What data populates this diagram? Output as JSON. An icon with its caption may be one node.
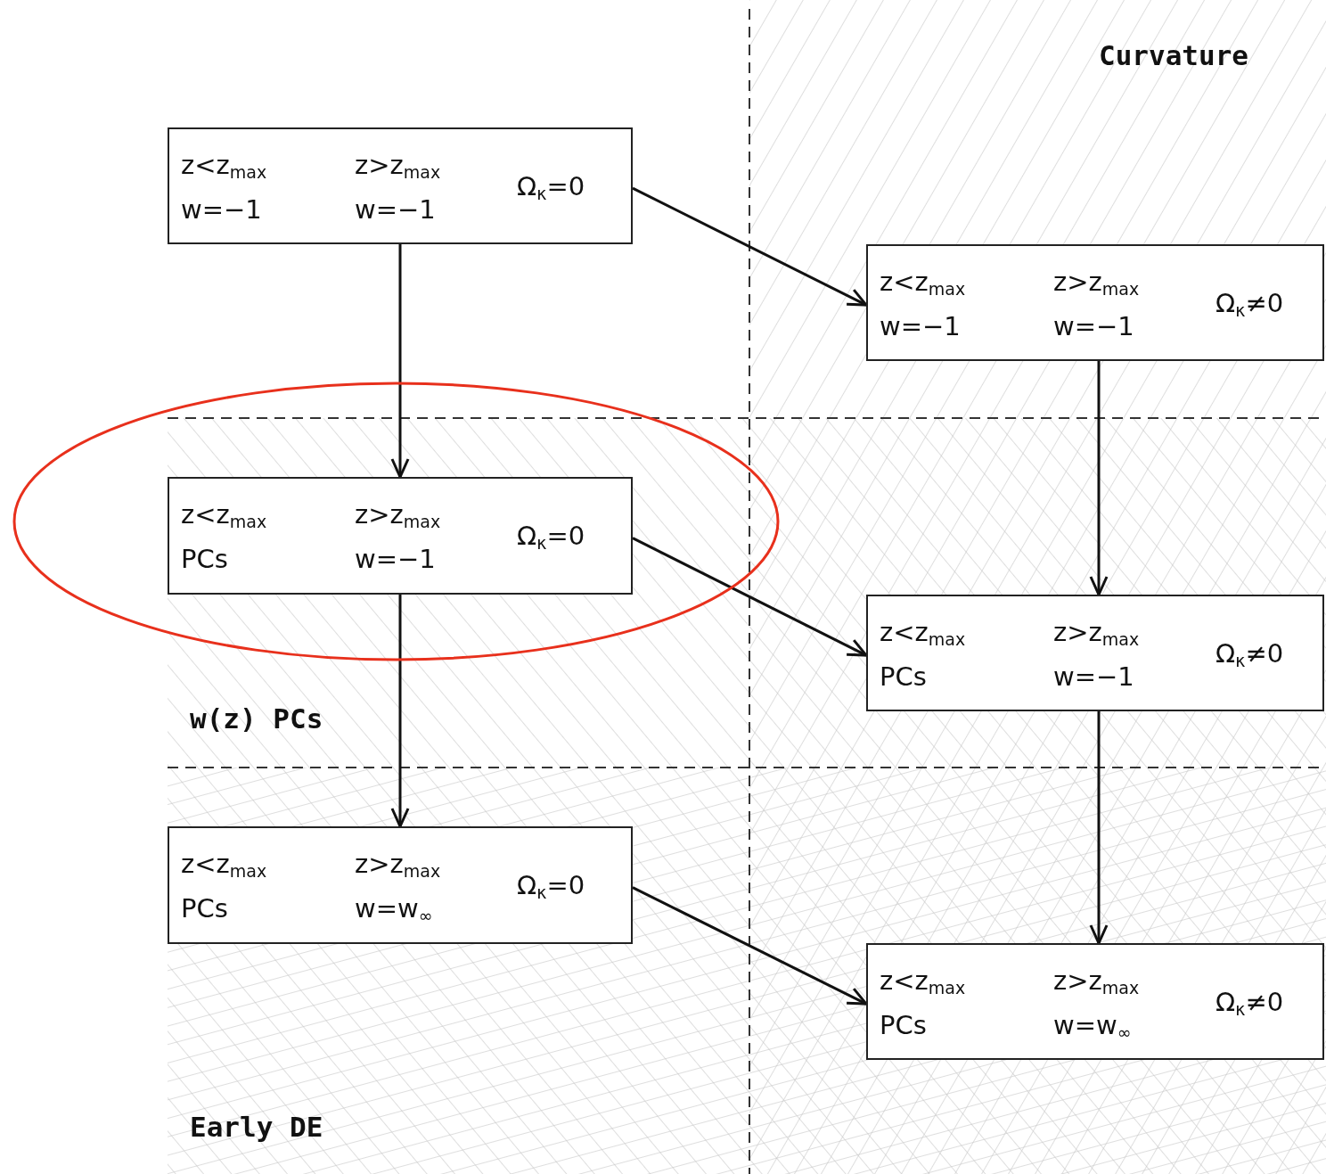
{
  "diagram": {
    "nodes": [
      {
        "text": [
          "z<z$_{max}$ w=−1",
          "z>z$_{max}$ w=−1",
          "Ω$_{κ}$=0"
        ]
      },
      {
        "text": [
          "z<z$_{max}$ w=−1",
          "z>z$_{max}$ w=−1",
          "Ω$_{κ}$≠0"
        ]
      },
      {
        "text": [],
        "shape": "ellipse"
      },
      {
        "text": [
          "z<z$_{max}$ PCs",
          "z>z$_{max}$ w=−1",
          "Ω$_{κ}$=0"
        ],
        "in": 2
      },
      {
        "text": [
          "z<z$_{max}$ PCs",
          "z>z$_{max}$ w=−1",
          "Ω$_{κ}$≠0"
        ]
      },
      {
        "text": [
          "z<z$_{max}$ PCs",
          "z>z$_{max}$ w=w$_{∞}$",
          "Ω$_{κ}$=0"
        ]
      },
      {
        "text": [
          "z<z$_{max}$ PCs",
          "z>z$_{max}$ w=w$_{∞}$",
          "Ω$_{κ}$≠0"
        ]
      }
    ],
    "edges": [
      {
        "from": 0,
        "to": 1,
        "arrow": "to"
      },
      {
        "from": 0,
        "to": 3,
        "arrow": "to"
      },
      {
        "from": 1,
        "to": 4,
        "arrow": "to"
      },
      {
        "from": 3,
        "to": 4,
        "arrow": "to"
      },
      {
        "from": 3,
        "to": 5,
        "arrow": "to"
      },
      {
        "from": 4,
        "to": 6,
        "arrow": "to"
      },
      {
        "from": 5,
        "to": 6,
        "arrow": "to"
      }
    ],
    "labels": [
      "Curvature",
      "w(z) PCs",
      "Early DE"
    ]
  }
}
